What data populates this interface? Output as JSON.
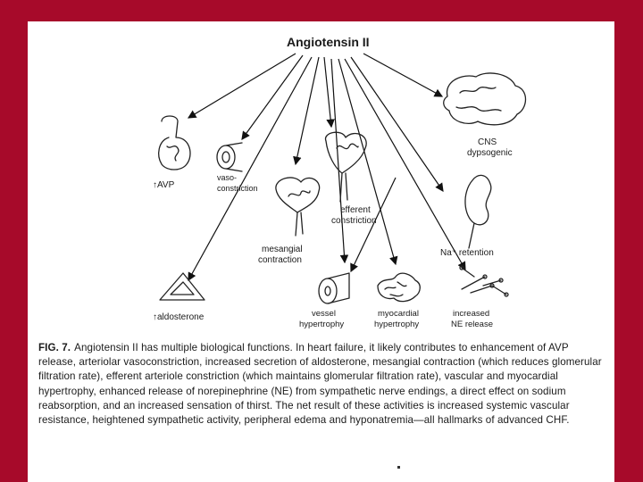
{
  "diagram": {
    "source": "Angiotensin II",
    "targets": [
      {
        "key": "avp",
        "label": "↑AVP"
      },
      {
        "key": "vaso",
        "label": "vaso-",
        "label2": "constriction"
      },
      {
        "key": "mesangial",
        "label": "mesangial",
        "label2": "contraction"
      },
      {
        "key": "efferent",
        "label": "efferent",
        "label2": "constriction"
      },
      {
        "key": "cns",
        "label": "CNS",
        "label2": "dypsogenic"
      },
      {
        "key": "na",
        "label": "Na⁺ retention"
      },
      {
        "key": "aldosterone",
        "label": "↑aldosterone"
      },
      {
        "key": "vessel",
        "label": "vessel",
        "label2": "hypertrophy"
      },
      {
        "key": "myocardial",
        "label": "myocardial",
        "label2": "hypertrophy"
      },
      {
        "key": "ne",
        "label": "increased",
        "label2": "NE release"
      }
    ]
  },
  "caption": {
    "fig": "FIG. 7.",
    "text": "Angiotensin II has multiple biological functions. In heart failure, it likely contributes to enhancement of AVP release, arteriolar vasoconstriction, increased secretion of aldosterone, mesangial contraction (which reduces glomerular filtration rate), efferent arteriole constriction (which maintains glomerular filtration rate), vascular and myocardial hypertrophy, enhanced release of norepinephrine (NE) from sympathetic nerve endings, a direct effect on sodium reabsorption, and an increased sensation of thirst. The net result of these activities is increased systemic vascular resistance, heightened sympathetic activity, peripheral edema and hyponatremia—all hallmarks of advanced CHF."
  }
}
